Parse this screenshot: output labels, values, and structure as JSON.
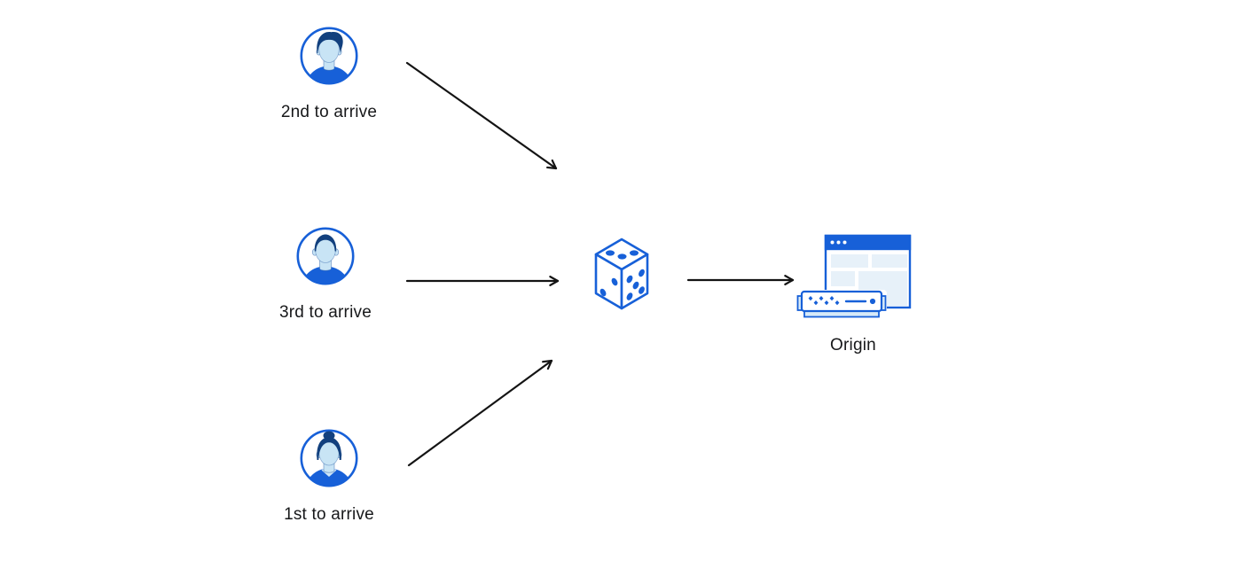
{
  "nodes": {
    "visitor_second": {
      "label": "2nd to arrive",
      "icon": "avatar-man-swoop"
    },
    "visitor_third": {
      "label": "3rd to arrive",
      "icon": "avatar-man-short"
    },
    "visitor_first": {
      "label": "1st to arrive",
      "icon": "avatar-woman-bun"
    },
    "selector": {
      "icon": "dice"
    },
    "origin": {
      "label": "Origin",
      "icon": "browser-and-server"
    }
  },
  "edges": [
    {
      "from": "visitor_second",
      "to": "selector"
    },
    {
      "from": "visitor_third",
      "to": "selector"
    },
    {
      "from": "visitor_first",
      "to": "selector"
    },
    {
      "from": "selector",
      "to": "origin"
    }
  ],
  "colors": {
    "accent": "#1760D8",
    "hair": "#12407E",
    "skin": "#C8E4F5",
    "panel": "#E7F1F9",
    "light_blue": "#D7EAF8",
    "arrow": "#141414",
    "text": "#17181A",
    "background": "#FFFFFF"
  }
}
